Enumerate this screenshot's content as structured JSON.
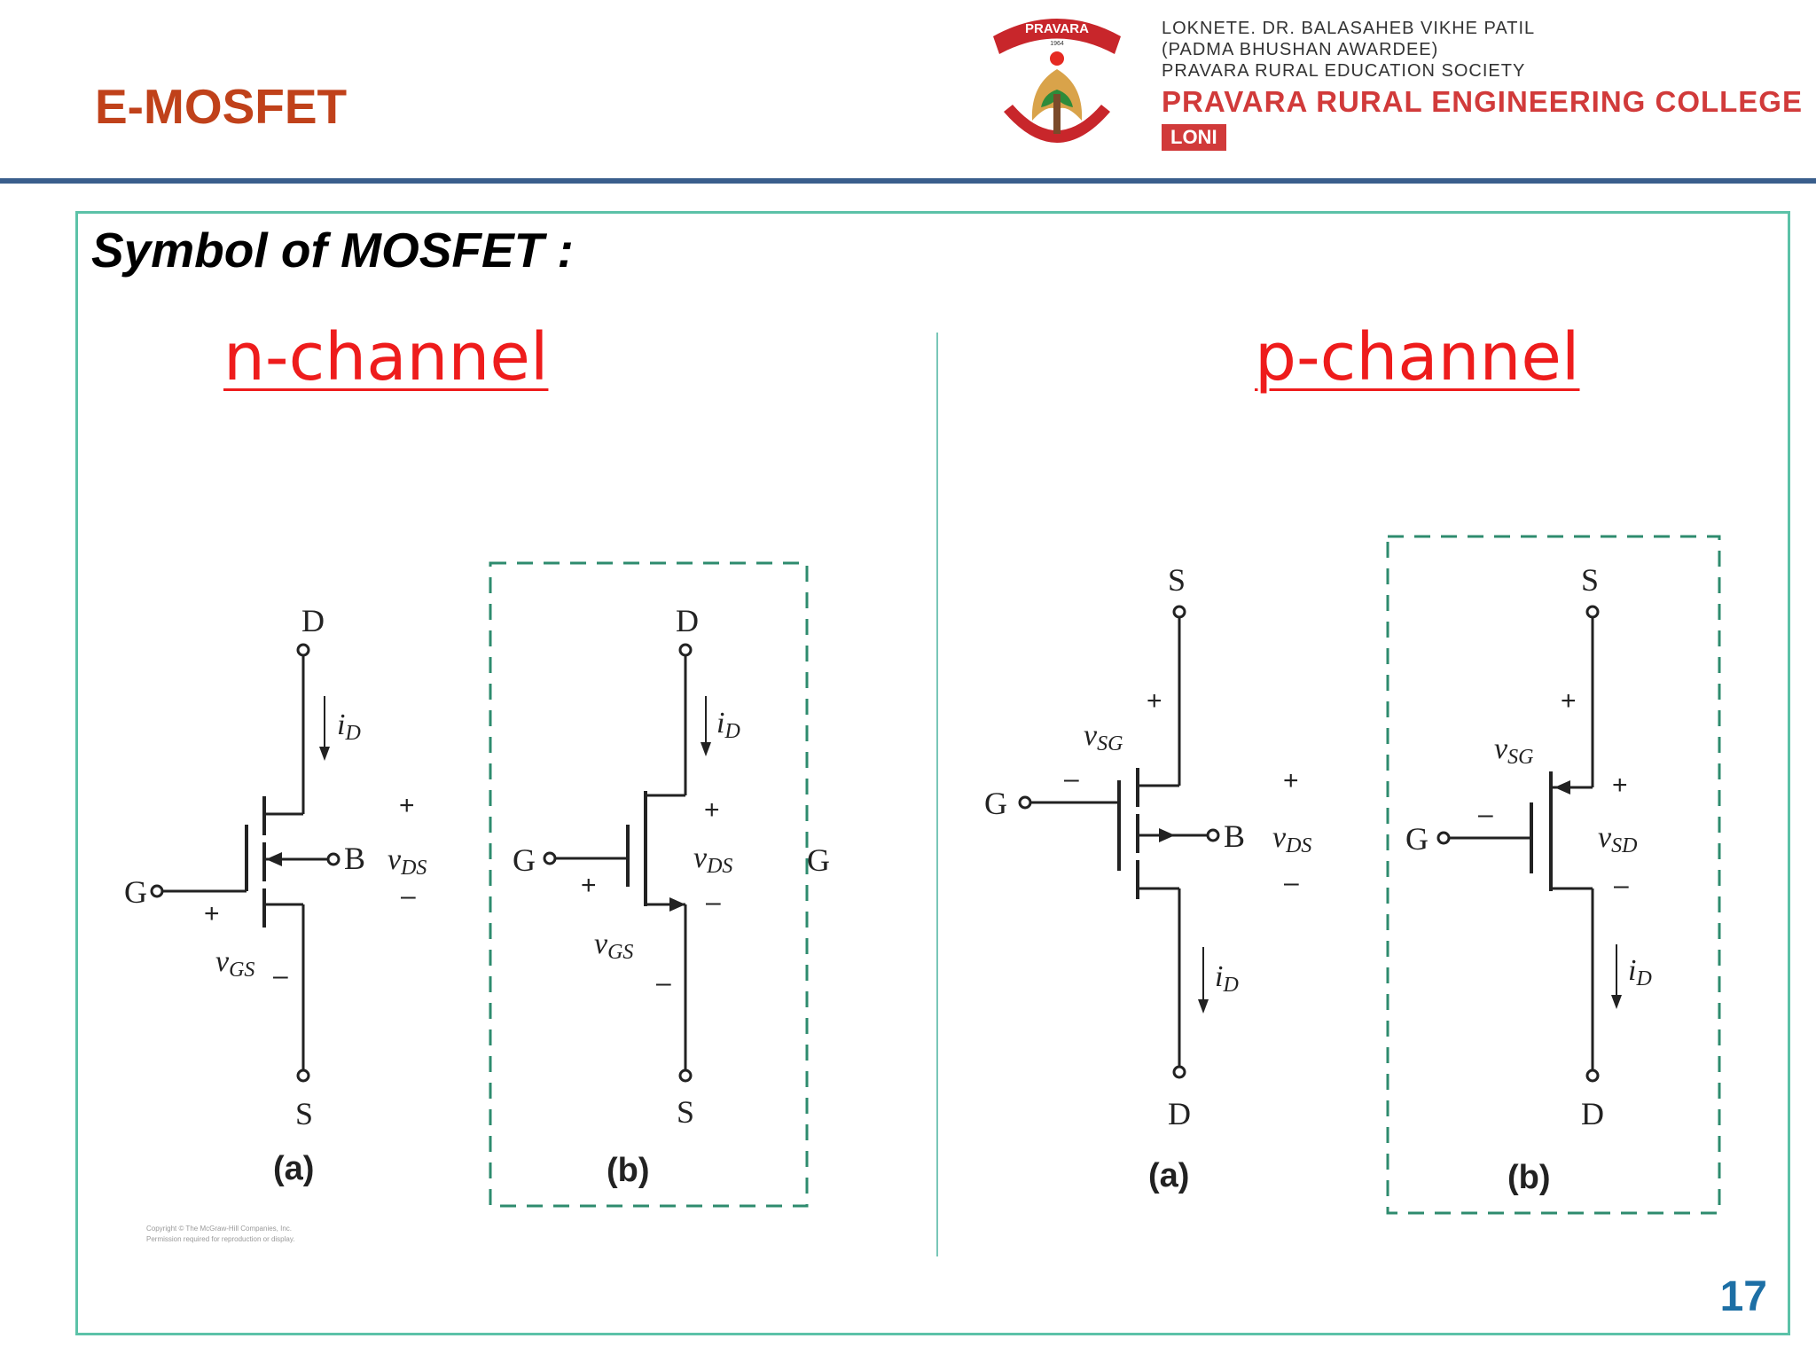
{
  "slide": {
    "title": "E-MOSFET",
    "section_title": "Symbol of MOSFET :",
    "page_number": "17"
  },
  "institution": {
    "logo_banner": "PRAVARA",
    "logo_year": "1964",
    "line1": "LOKNETE. DR. BALASAHEB VIKHE PATIL",
    "line2": "(PADMA BHUSHAN AWARDEE)",
    "line3": "PRAVARA RURAL EDUCATION SOCIETY",
    "college": "PRAVARA RURAL ENGINEERING COLLEGE",
    "location": "LONI"
  },
  "colors": {
    "title": "#c0411a",
    "channel_heading": "#ee1c1c",
    "frame": "#5cc2a8",
    "rule": "#3a5e8c",
    "page_number": "#1d6fa5"
  },
  "n_channel": {
    "heading": "n-channel",
    "a": {
      "D": "D",
      "S": "S",
      "G": "G",
      "B": "B",
      "i": "i",
      "i_sub": "D",
      "vds": "v",
      "vds_sub": "DS",
      "vgs": "v",
      "vgs_sub": "GS",
      "plus": "+",
      "minus": "–",
      "caption": "(a)"
    },
    "b": {
      "D": "D",
      "S": "S",
      "G": "G",
      "i": "i",
      "i_sub": "D",
      "vds": "v",
      "vds_sub": "DS",
      "vgs": "v",
      "vgs_sub": "GS",
      "plus": "+",
      "minus": "–",
      "caption": "(b)",
      "edge_g": "G"
    },
    "copyright1": "Copyright © The McGraw-Hill Companies, Inc.",
    "copyright2": "Permission required for reproduction or display."
  },
  "p_channel": {
    "heading": "p-channel",
    "a": {
      "S": "S",
      "D": "D",
      "G": "G",
      "B": "B",
      "i": "i",
      "i_sub": "D",
      "vsg": "v",
      "vsg_sub": "SG",
      "vds": "v",
      "vds_sub": "DS",
      "plus": "+",
      "minus": "–",
      "caption": "(a)"
    },
    "b": {
      "S": "S",
      "D": "D",
      "G": "G",
      "i": "i",
      "i_sub": "D",
      "vsg": "v",
      "vsg_sub": "SG",
      "vsd": "v",
      "vsd_sub": "SD",
      "plus": "+",
      "minus": "–",
      "caption": "(b)"
    }
  }
}
